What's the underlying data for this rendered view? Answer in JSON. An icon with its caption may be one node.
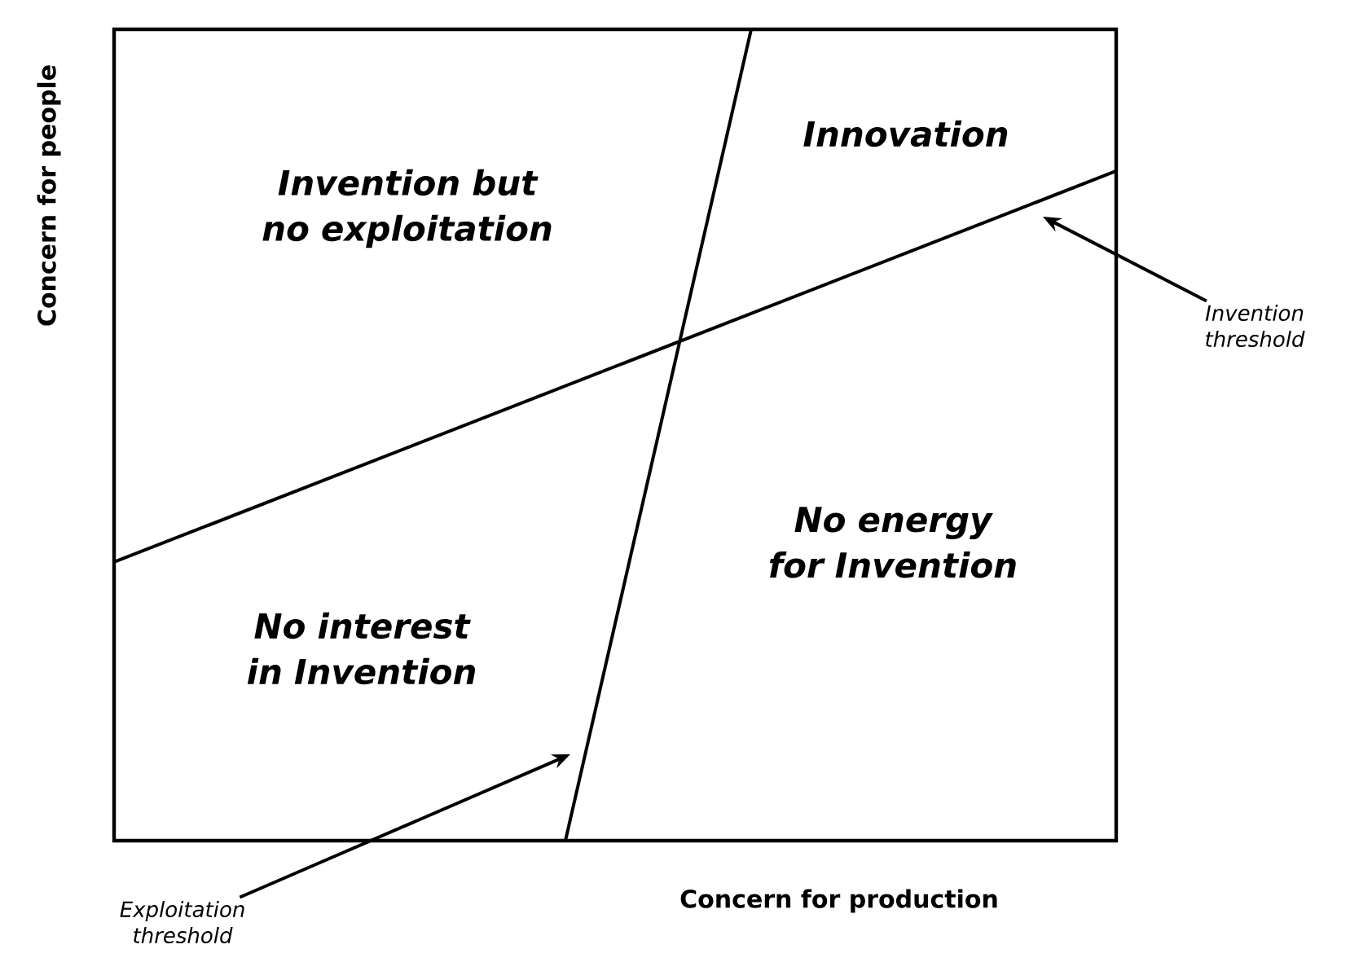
{
  "diagram": {
    "nodes": [
      {
        "text": [
          "Invention threshold"
        ]
      },
      {
        "text": [
          "Exploitation threshold"
        ]
      }
    ],
    "edges": [
      {
        "from": 0,
        "to": null,
        "arrow": "to"
      },
      {
        "from": 1,
        "to": null,
        "arrow": "to"
      }
    ],
    "labels": [
      "Concern for people",
      "Innovation",
      "Invention but no exploitation",
      "No energy for Invention",
      "No interest in Invention",
      "Concern for production"
    ]
  }
}
